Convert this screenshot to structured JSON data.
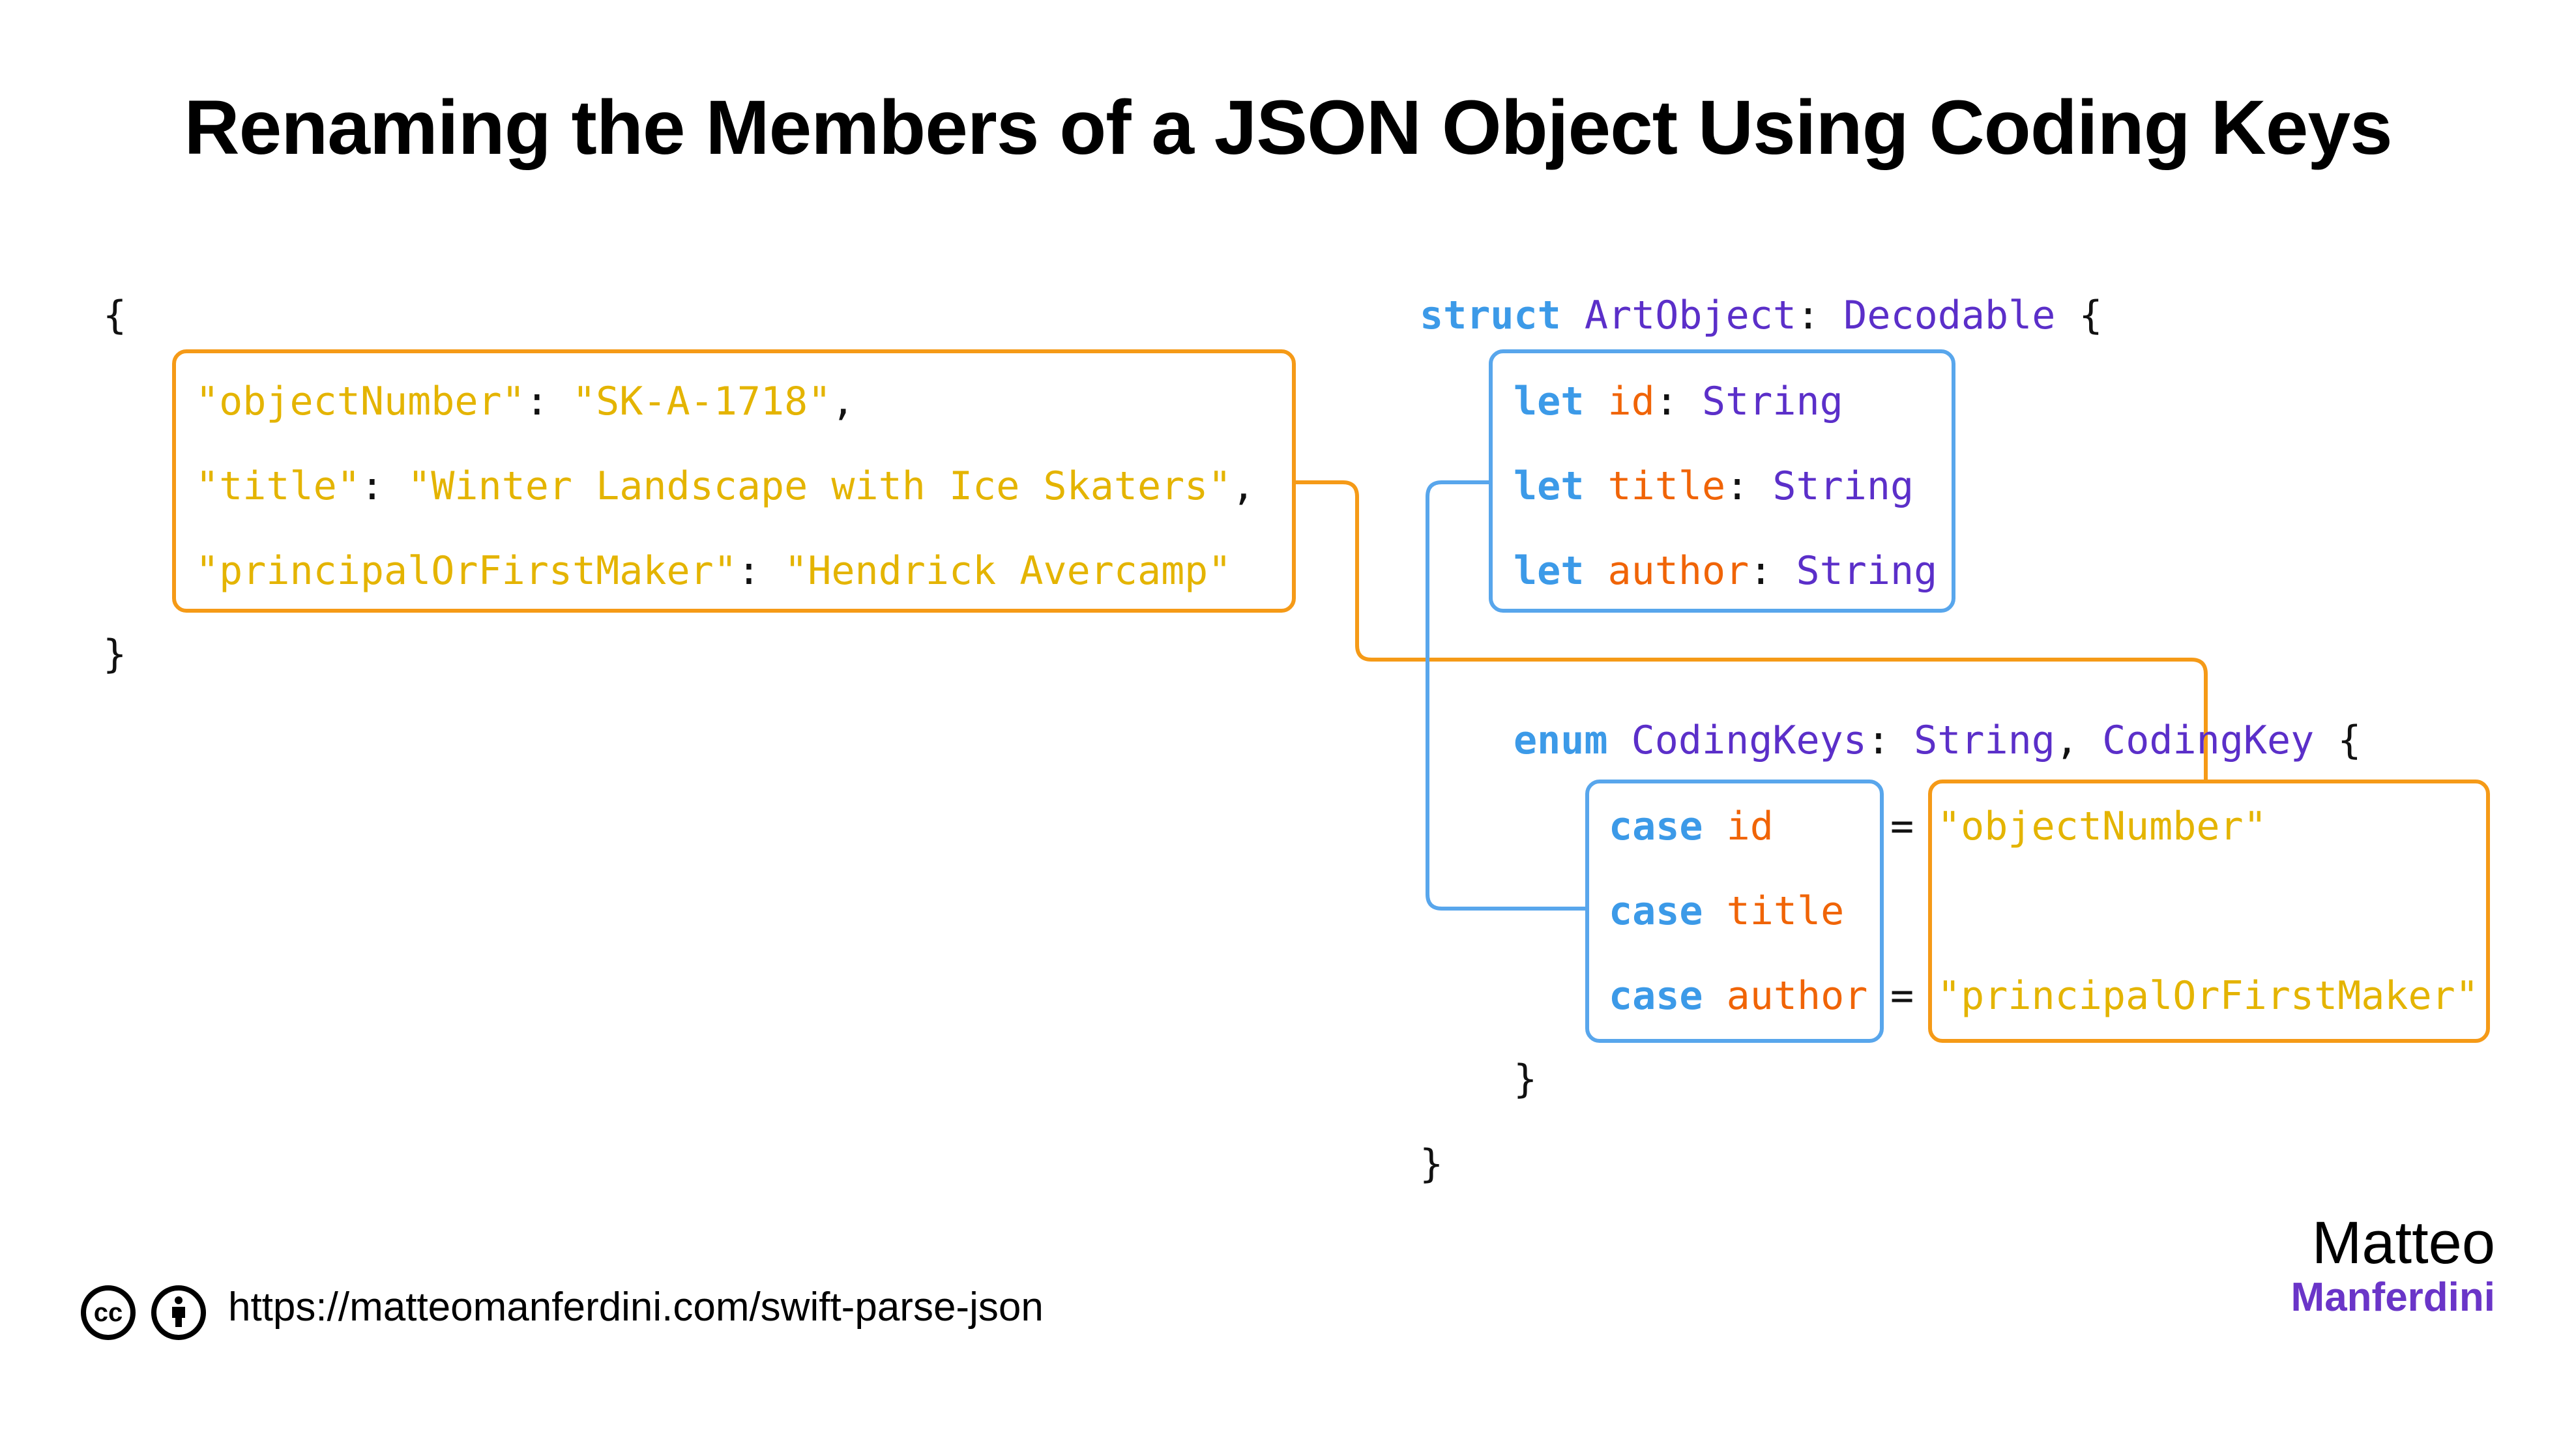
{
  "title": "Renaming the Members of a JSON Object Using Coding Keys",
  "json_code": {
    "open_brace": "{",
    "close_brace": "}",
    "lines": [
      {
        "key": "\"objectNumber\"",
        "sep": ": ",
        "value": "\"SK-A-1718\"",
        "end": ","
      },
      {
        "key": "\"title\"",
        "sep": ": ",
        "value": "\"Winter Landscape with Ice Skaters\"",
        "end": ","
      },
      {
        "key": "\"principalOrFirstMaker\"",
        "sep": ": ",
        "value": "\"Hendrick Avercamp\"",
        "end": ""
      }
    ]
  },
  "swift_code": {
    "struct_keyword": "struct",
    "struct_name": "ArtObject",
    "colon": ": ",
    "protocol": "Decodable",
    "open": " {",
    "properties": [
      {
        "keyword": "let",
        "name": "id",
        "colon": ": ",
        "type": "String"
      },
      {
        "keyword": "let",
        "name": "title",
        "colon": ": ",
        "type": "String"
      },
      {
        "keyword": "let",
        "name": "author",
        "colon": ": ",
        "type": "String"
      }
    ],
    "enum_keyword": "enum",
    "enum_name": "CodingKeys",
    "enum_colon": ": ",
    "enum_raw_type": "String",
    "enum_comma": ", ",
    "enum_protocol": "CodingKey",
    "enum_open": " {",
    "cases": [
      {
        "keyword": "case",
        "name": "id",
        "equals": "=",
        "raw": "\"objectNumber\""
      },
      {
        "keyword": "case",
        "name": "title",
        "equals": "",
        "raw": ""
      },
      {
        "keyword": "case",
        "name": "author",
        "equals": "=",
        "raw": "\"principalOrFirstMaker\""
      }
    ],
    "enum_close": "}",
    "struct_close": "}"
  },
  "footer": {
    "cc_icon": "cc",
    "by_icon": "attribution-person-icon",
    "url": "https://matteomanferdini.com/swift-parse-json"
  },
  "logo": {
    "line1": "Matteo",
    "line2": "Manferdini"
  },
  "colors": {
    "keyword": "#3c9ae8",
    "type": "#5b2fc9",
    "property": "#f06407",
    "string": "#e4b400",
    "orange_box": "#f59a17",
    "blue_box": "#58a6ec",
    "logo_purple": "#6a35c8"
  }
}
